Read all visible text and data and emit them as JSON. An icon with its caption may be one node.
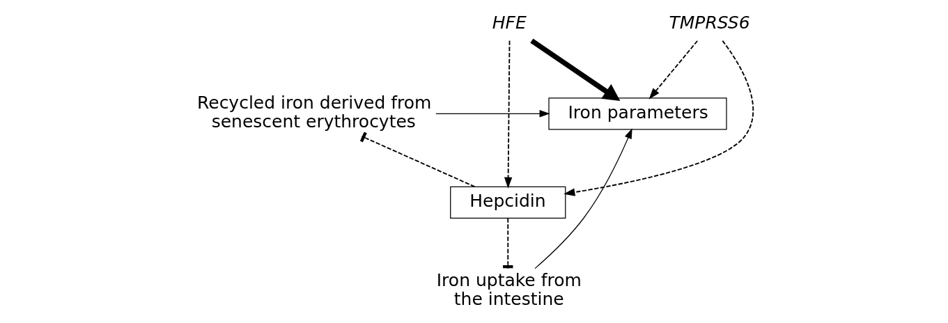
{
  "diagram": {
    "nodes": [
      {
        "text": [
          "Recycled iron derived from senescent erythrocytes"
        ]
      },
      {
        "text": [
          "Iron parameters"
        ]
      },
      {
        "text": [
          "HFE"
        ]
      },
      {
        "text": [
          "TMPRSS6"
        ]
      },
      {
        "text": [
          "Iron uptake from the intestine"
        ]
      },
      {
        "text": [
          "Hepcidin"
        ]
      }
    ],
    "edges": [
      {
        "from": 0,
        "to": 1,
        "arrow": "to"
      },
      {
        "from": 2,
        "to": 1,
        "arrow": "to",
        "style": "thick"
      },
      {
        "from": 3,
        "to": 1,
        "arrow": "to",
        "style": "dashed"
      },
      {
        "from": 4,
        "to": 1,
        "arrow": "to"
      },
      {
        "from": 2,
        "to": 5,
        "arrow": "to",
        "style": "dashed"
      },
      {
        "from": 3,
        "to": 5,
        "arrow": "to",
        "style": "dashed"
      },
      {
        "from": 5,
        "to": 4,
        "arrow": "other",
        "style": "dashed"
      },
      {
        "from": 5,
        "to": 0,
        "arrow": "other",
        "style": "dashed"
      }
    ]
  }
}
